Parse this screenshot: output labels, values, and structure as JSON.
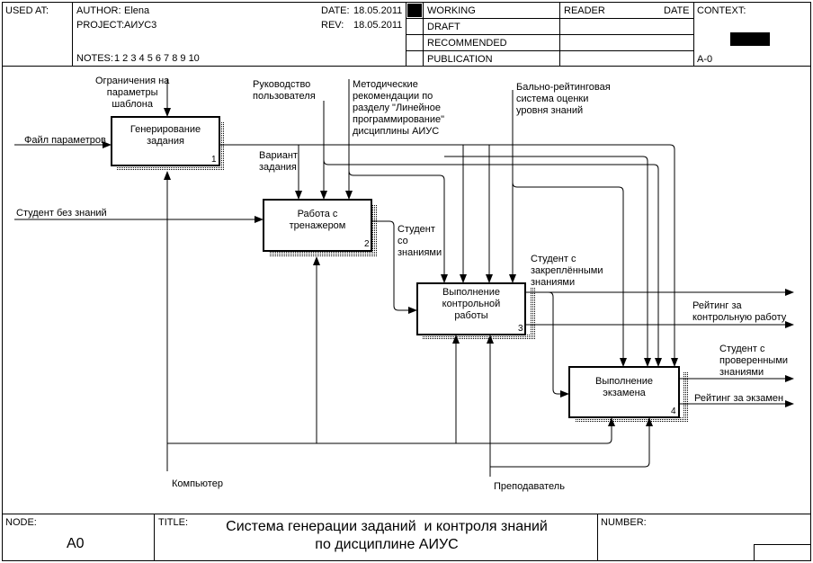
{
  "header": {
    "used_at_label": "USED AT:",
    "author_label": "AUTHOR:",
    "author": "Elena",
    "project_label": "PROJECT:",
    "project": "АИУС3",
    "notes_label": "NOTES:",
    "notes": "1  2  3  4  5  6  7  8  9  10",
    "date_label": "DATE:",
    "date": "18.05.2011",
    "rev_label": "REV:",
    "rev": "18.05.2011",
    "status": [
      "WORKING",
      "DRAFT",
      "RECOMMENDED",
      "PUBLICATION"
    ],
    "reader_label": "READER",
    "reader_date_label": "DATE",
    "context_label": "CONTEXT:",
    "context_node": "A-0"
  },
  "boxes": [
    {
      "label": "Генерирование\nзадания",
      "num": "1"
    },
    {
      "label": "Работа с\nтренажером",
      "num": "2"
    },
    {
      "label": "Выполнение\nконтрольной\nработы",
      "num": "3"
    },
    {
      "label": "Выполнение\nэкзамена",
      "num": "4"
    }
  ],
  "arrows": {
    "constraints": "Ограничения на\nпараметры\nшаблона",
    "user_guide": "Руководство\nпользователя",
    "method": "Методические\nрекомендации по\nразделу \"Линейное\nпрограммирование\"\nдисциплины АИУС",
    "rating_system": "Бально-рейтинговая\nсистема оценки\nуровня знаний",
    "param_file": "Файл параметров",
    "student_no_knowledge": "Студент без знаний",
    "task_variant": "Вариант\nзадания",
    "student_with_knowledge": "Студент\nсо\nзнаниями",
    "student_fixed": "Студент с\nзакреплёнными\nзнаниями",
    "rating_test": "Рейтинг за\nконтрольную работу",
    "student_checked": "Студент с\nпроверенными\nзнаниями",
    "rating_exam": "Рейтинг за экзамен",
    "computer": "Компьютер",
    "teacher": "Преподаватель"
  },
  "footer": {
    "node_label": "NODE:",
    "node": "A0",
    "title_label": "TITLE:",
    "title": "Система генерации заданий  и контроля знаний\nпо дисциплине АИУС",
    "number_label": "NUMBER:"
  }
}
